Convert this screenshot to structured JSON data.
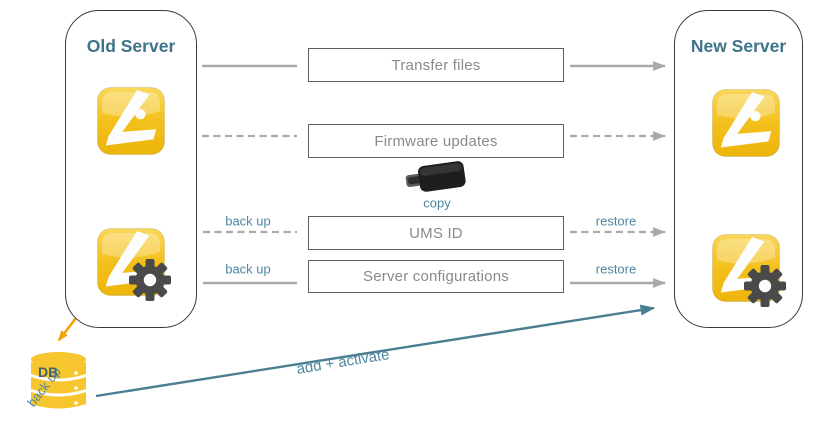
{
  "colors": {
    "teal_dark": "#3E7389",
    "teal": "#4E87A0",
    "arrow_teal": "#4A7E91",
    "line_gray": "#A9A9A9",
    "box_border": "#5F5F5F",
    "box_text": "#8A8A8A",
    "frame_border": "#3A3A3A",
    "orange": "#F5A201",
    "db_yellow": "#F7C52D",
    "gear_gray": "#4A4A4A"
  },
  "servers": {
    "old": {
      "title": "Old Server"
    },
    "new": {
      "title": "New Server"
    }
  },
  "steps": [
    {
      "label": "Transfer files",
      "connection": "solid"
    },
    {
      "label": "Firmware updates",
      "connection": "dashed"
    },
    {
      "label": "UMS ID",
      "connection": "dashed"
    },
    {
      "label": "Server configurations",
      "connection": "solid"
    }
  ],
  "labels": {
    "copy": "copy",
    "back_up": "back up",
    "restore": "restore",
    "add_activate": "add + activate",
    "db": "DB"
  },
  "icons": {
    "app": "igel-ums-app-icon",
    "config": "igel-ums-config-gear-icon",
    "usb": "usb-stick-icon",
    "database": "database-cylinder-icon"
  }
}
